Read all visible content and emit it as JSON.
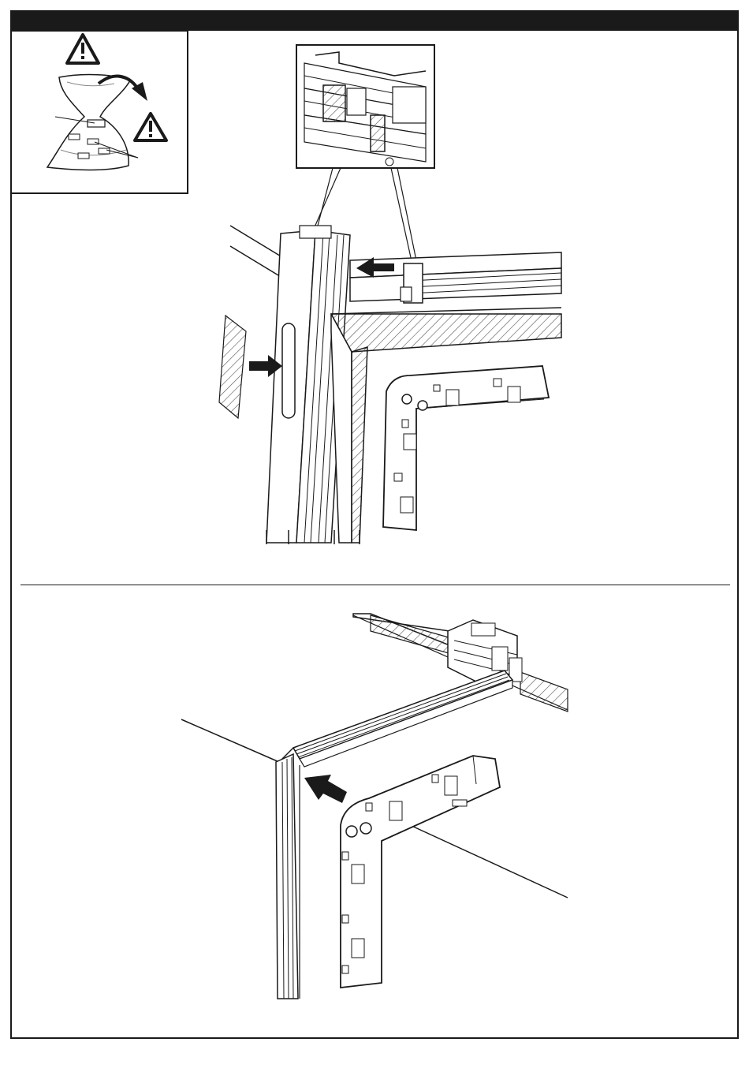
{
  "document": {
    "type": "assembly-instruction-page",
    "colors": {
      "ink": "#1a1a1a",
      "paper": "#ffffff",
      "hatch": "#555555"
    },
    "icons": [
      "warning-triangle-icon",
      "warning-triangle-icon",
      "arrow-icon"
    ],
    "panels": [
      "warning-panel",
      "step-detail-top",
      "step-detail-bottom"
    ]
  }
}
